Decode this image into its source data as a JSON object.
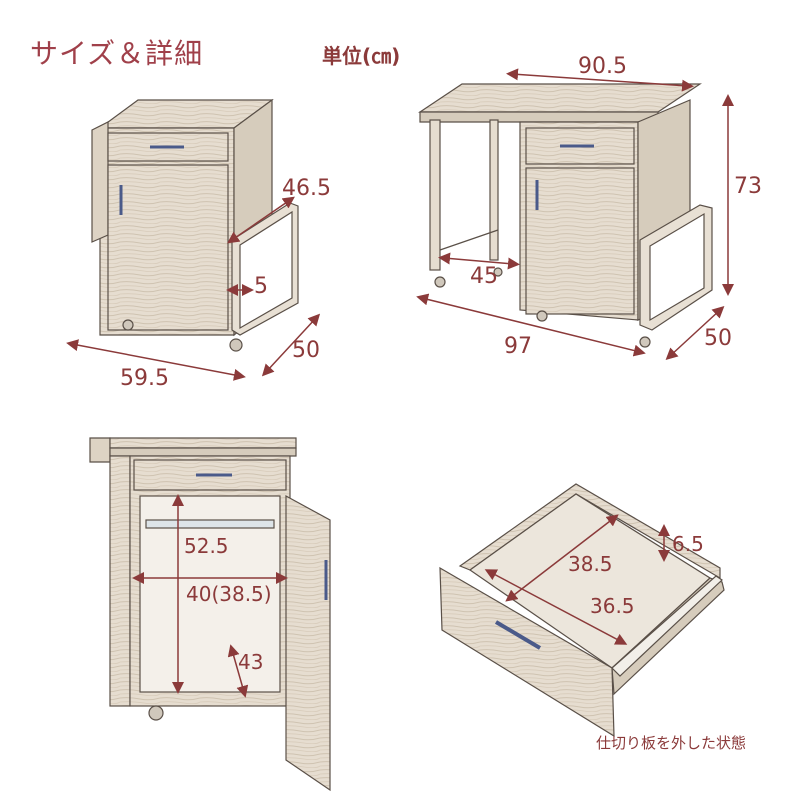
{
  "header": {
    "title": "サイズ＆詳細",
    "unit": "単位(㎝)"
  },
  "views": {
    "folded": {
      "width": "59.5",
      "depth": "50",
      "leaf_depth": "46.5",
      "leaf_thickness": "5"
    },
    "expanded": {
      "top_width": "90.5",
      "height": "73",
      "leg_span": "45",
      "total_width": "97",
      "depth": "50"
    },
    "cabinet": {
      "inner_height": "52.5",
      "inner_width": "40(38.5)",
      "inner_depth": "43"
    },
    "drawer": {
      "inner_depth": "38.5",
      "inner_width": "36.5",
      "inner_height": "6.5",
      "caption": "仕切り板を外した状態"
    }
  },
  "colors": {
    "dimension": "#8b3a3a",
    "wood_light": "#e8e0d4",
    "wood_mid": "#c8bcaa",
    "outline": "#5a5048",
    "handle": "#4a5a8a"
  }
}
